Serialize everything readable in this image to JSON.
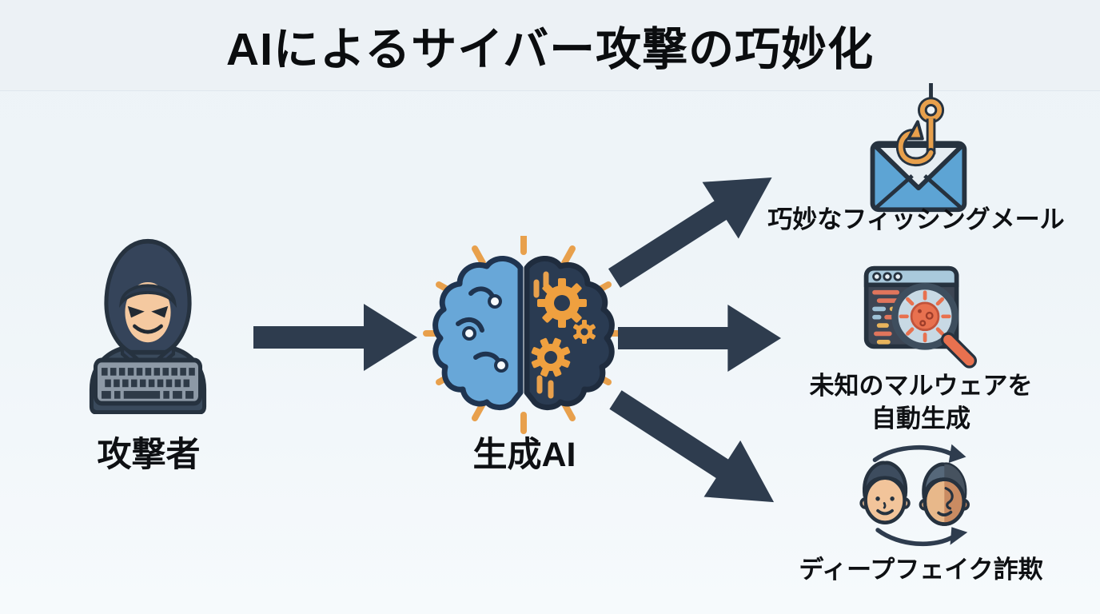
{
  "title": "AIによるサイバー攻撃の巧妙化",
  "flow": {
    "attacker": {
      "label": "攻撃者",
      "icon": "hooded-attacker"
    },
    "generator": {
      "label": "生成AI",
      "icon": "ai-brain-half-gears"
    },
    "outputs": [
      {
        "label": "巧妙なフィッシングメール",
        "icon": "phishing-email-hook"
      },
      {
        "label": "未知のマルウェアを",
        "label2": "自動生成",
        "icon": "malware-code-scan"
      },
      {
        "label": "ディープフェイク詐欺",
        "icon": "deepfake-face-swap"
      }
    ]
  },
  "colors": {
    "background": "#EEF4F8",
    "title_band": "#ECF1F5",
    "text": "#0E1013",
    "arrow_navy": "#2E3C4E",
    "dark_navy": "#2A3B52",
    "outline": "#26323F",
    "brain_blue": "#68A7D8",
    "accent_orange": "#E8A04C",
    "alert_red": "#E0604A",
    "envelope_blue": "#5DA4D4",
    "flap_light": "#E6EDF2",
    "skin": "#F2C49A",
    "window_slate": "#3D4654",
    "titlebar_blue": "#A9C9DC"
  }
}
